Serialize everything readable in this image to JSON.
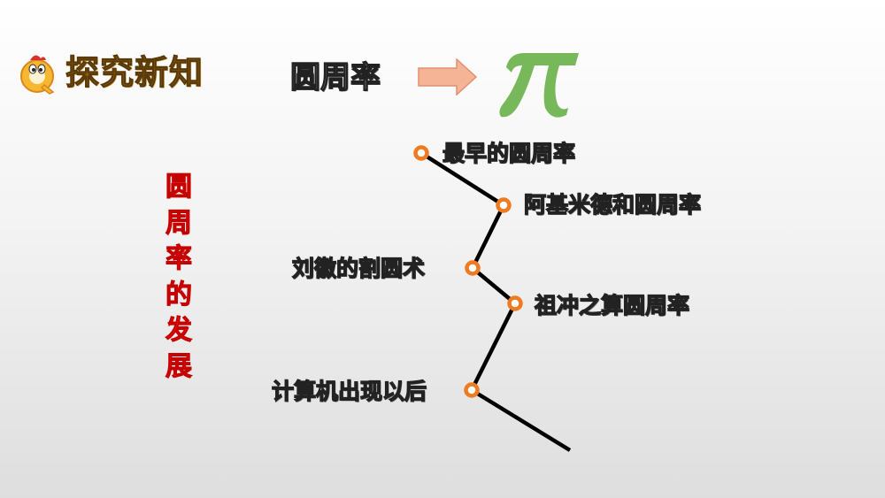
{
  "header": {
    "section_title": "探究新知",
    "logo_icon": "cartoon-q-mascot-icon"
  },
  "pi_intro": {
    "label": "圆周率",
    "arrow_icon": "right-arrow-icon",
    "symbol": "π",
    "colors": {
      "arrow": "#f4b08f",
      "arrow_border": "#e6906a",
      "symbol": "#76b85a"
    }
  },
  "vertical_title": {
    "chars": [
      "圆",
      "周",
      "率",
      "的",
      "发",
      "展"
    ],
    "color": "#ff1a1a"
  },
  "timeline": {
    "dot_color": "#ee7a22",
    "line_color": "#000000",
    "events": [
      {
        "label": "最早的圆周率",
        "side": "right"
      },
      {
        "label": "阿基米德和圆周率",
        "side": "right"
      },
      {
        "label": "刘徽的割圆术",
        "side": "left"
      },
      {
        "label": "祖冲之算圆周率",
        "side": "right"
      },
      {
        "label": "计算机出现以后",
        "side": "left"
      }
    ]
  }
}
